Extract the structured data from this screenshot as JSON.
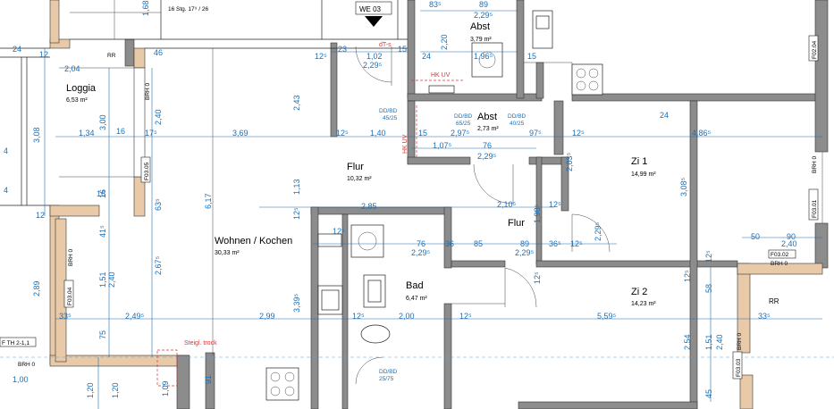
{
  "unit_label": "WE 03",
  "rooms": [
    {
      "id": "abst_top",
      "name": "Abst",
      "area": "3,79 m²"
    },
    {
      "id": "abst_mid",
      "name": "Abst",
      "area": "2,73 m²"
    },
    {
      "id": "loggia",
      "name": "Loggia",
      "area": "6,53 m²"
    },
    {
      "id": "flur_main",
      "name": "Flur",
      "area": "10,32 m²"
    },
    {
      "id": "flur_small",
      "name": "Flur",
      "area": ""
    },
    {
      "id": "zi1",
      "name": "Zi 1",
      "area": "14,99 m²"
    },
    {
      "id": "wohnen",
      "name": "Wohnen / Kochen",
      "area": "30,33 m²"
    },
    {
      "id": "bad",
      "name": "Bad",
      "area": "6,47 m²"
    },
    {
      "id": "zi2",
      "name": "Zi 2",
      "area": "14,23 m²"
    },
    {
      "id": "rr",
      "name": "RR",
      "area": ""
    }
  ],
  "tags": {
    "stair": "16 Stg. 17⁹ / 26",
    "rr_top": "RR",
    "dt_s": "dT-s",
    "hk_uv_top": "HK UV",
    "hk_uv_side": "HK UV",
    "ddbd_1": "DD/BD",
    "ddbd_1_size": "45/25",
    "ddbd_2": "DD/BD",
    "ddbd_2_size": "65/25",
    "ddbd_3": "DD/BD",
    "ddbd_3_size": "40/25",
    "ddbd_4": "DD/BD",
    "ddbd_4_size": "25/75",
    "steigl": "Steigl. trock",
    "fth": "F TH 2-1,1",
    "brh_left": "BRH 0",
    "brh_loggia": "BRH 0",
    "brh_bottom_left": "BRH 0",
    "brh_zi1": "BRH 0",
    "brh_right_bottom": "BRH 0",
    "brh_f0302": "BRH 0",
    "f0302": "F03.02",
    "f0301": "F03.01",
    "f0304": "F03.04",
    "f0303": "F03.03",
    "f0305": "F03.05",
    "f0204": "F02.04"
  },
  "dims": {
    "d_2_04": "2,04",
    "d_12_a": "12",
    "d_24": "24",
    "d_12_b": "12",
    "d_16_a": "16",
    "d_46": "46",
    "d_1_34": "1,34",
    "d_16_b": "16",
    "d_17": "17⁵",
    "d_3_69": "3,69",
    "d_12_c": "12⁵",
    "d_1_40": "1,40",
    "d_15": "15",
    "d_2_97": "2,97⁵",
    "d_97": "97⁵",
    "d_12_d": "12⁵",
    "d_4_86": "4,86⁵",
    "d_24b": "24",
    "d_1_07": "1,07⁵",
    "d_76a": "76",
    "d_2_29a": "2,29⁵",
    "d_1_02": "1,02",
    "d_12_e": "12⁵",
    "d_23": "23",
    "d_2_29b": "2,29⁵",
    "d_15b": "15",
    "d_24c": "24",
    "d_1_96": "1,96⁵",
    "d_15c": "15",
    "d_2_29c": "2,29⁵",
    "d_89": "89",
    "d_83": "83⁵",
    "d_2_43": "2,43",
    "d_3_08": "3,08",
    "d_3_00": "3,00",
    "d_2_40a": "2,40",
    "d_2_20": "2,20",
    "d_6_17": "6,17",
    "d_1_13": "1,13",
    "d_12_f": "12⁵",
    "d_2_85": "2,85",
    "d_2_10": "2,10⁵",
    "d_12_g": "12⁵",
    "d_1_98": "1,98⁵",
    "d_2_03": "2,03⁵",
    "d_3_08b": "3,08⁵",
    "d_12_h": "12⁵",
    "d_76b": "76",
    "d_36a": "36",
    "d_85": "85",
    "d_89b": "89",
    "d_36b": "36⁵",
    "d_12_i": "12⁵",
    "d_2_29d": "2,29⁵",
    "d_2_29e": "2,29⁵",
    "d_2_29f": "2,29⁵",
    "d_50": "50",
    "d_90": "90",
    "d_2_40b": "2,40",
    "d_63": "63⁵",
    "d_41": "41⁵",
    "d_16c": "16",
    "d_2_67": "2,67⁵",
    "d_1_51": "1,51",
    "d_2_40c": "2,40",
    "d_2_89": "2,89",
    "d_3_39": "3,39⁵",
    "d_12_j": "12⁵",
    "d_12_k": "12⁵",
    "d_58": "58",
    "d_12_l": "12⁵",
    "d_33a": "33⁵",
    "d_2_49": "2,49⁵",
    "d_2_99": "2,99",
    "d_12_m": "12⁵",
    "d_2_00": "2,00",
    "d_12_n": "12⁵",
    "d_5_59": "5,59⁵",
    "d_33b": "33⁵",
    "d_75": "75",
    "d_2_54": "2,54",
    "d_1_51b": "1,51",
    "d_2_40d": "2,40",
    "d_1_00": "1,00",
    "d_1_20a": "1,20",
    "d_1_20b": "1,20",
    "d_91": "91",
    "d_45": "45",
    "d_1_09": "1,09",
    "d_1_68": "1,68",
    "d_4a": "4",
    "d_4b": "4"
  }
}
